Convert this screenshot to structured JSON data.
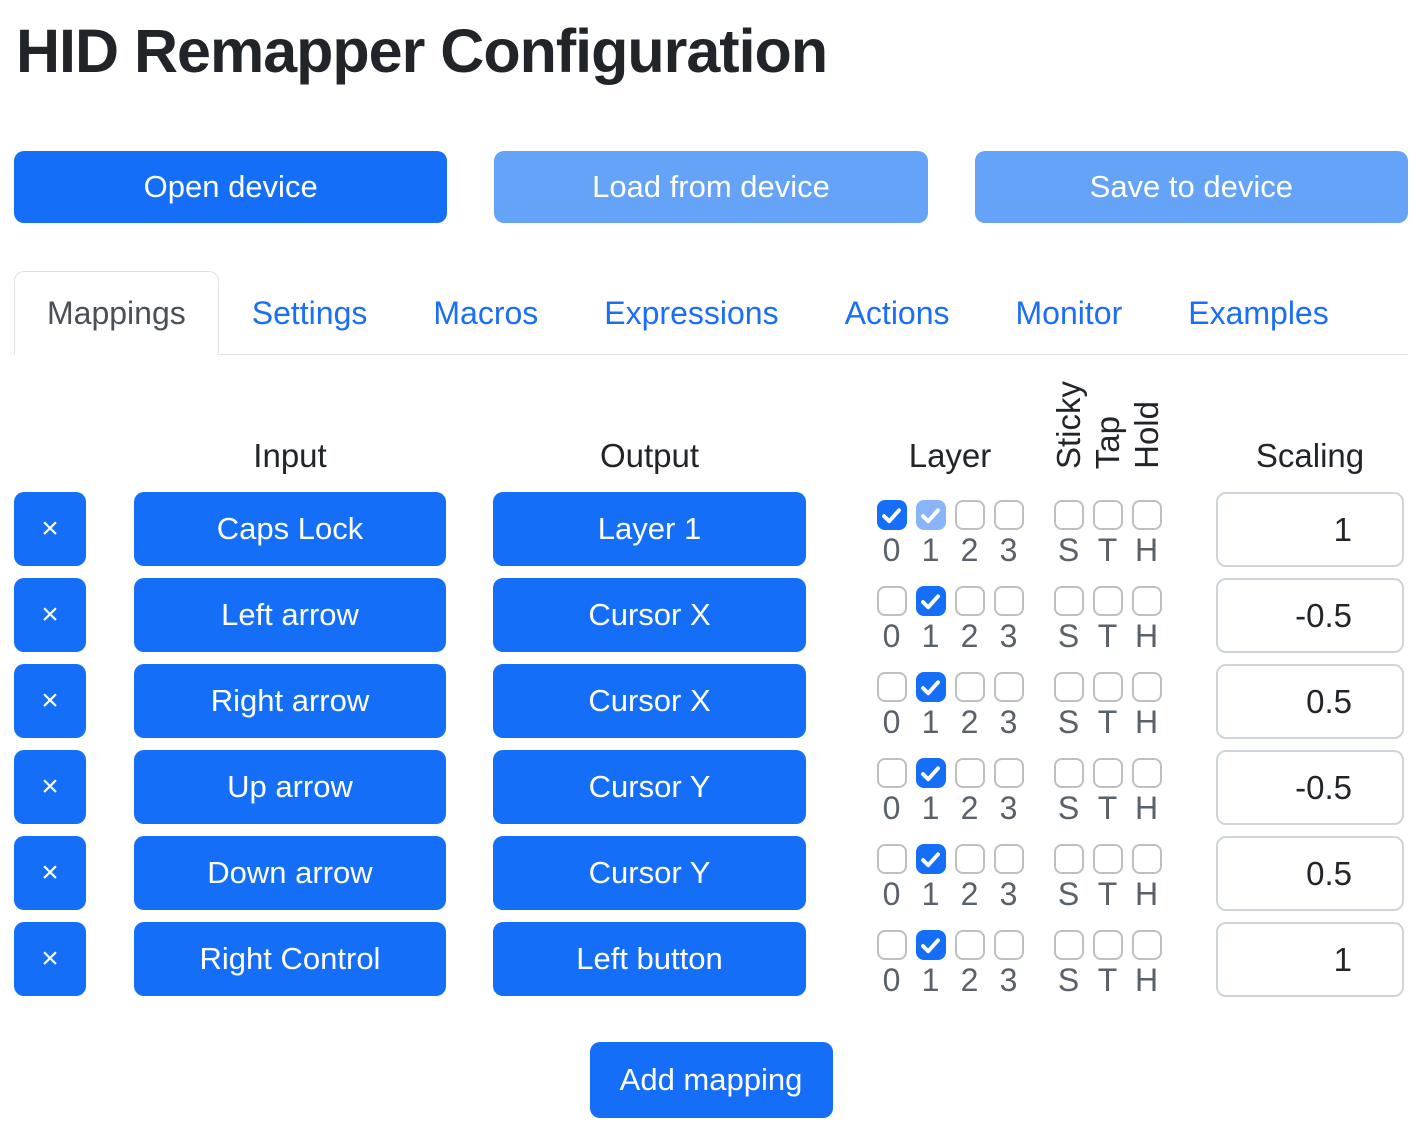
{
  "title": "HID Remapper Configuration",
  "toolbar": {
    "open_device": "Open device",
    "load_from_device": "Load from device",
    "save_to_device": "Save to device"
  },
  "tabs": [
    {
      "label": "Mappings",
      "active": true
    },
    {
      "label": "Settings",
      "active": false
    },
    {
      "label": "Macros",
      "active": false
    },
    {
      "label": "Expressions",
      "active": false
    },
    {
      "label": "Actions",
      "active": false
    },
    {
      "label": "Monitor",
      "active": false
    },
    {
      "label": "Examples",
      "active": false
    }
  ],
  "mappings": {
    "headers": {
      "input": "Input",
      "output": "Output",
      "layer": "Layer",
      "sticky": "Sticky",
      "tap": "Tap",
      "hold": "Hold",
      "scaling": "Scaling"
    },
    "layer_numbers": [
      "0",
      "1",
      "2",
      "3"
    ],
    "sth_letters": [
      "S",
      "T",
      "H"
    ],
    "delete_label": "×",
    "rows": [
      {
        "input": "Caps Lock",
        "output": "Layer 1",
        "layers": [
          "on",
          "on-disabled",
          "off",
          "off"
        ],
        "sth": [
          "off",
          "off",
          "off"
        ],
        "scaling": "1"
      },
      {
        "input": "Left arrow",
        "output": "Cursor X",
        "layers": [
          "off",
          "on",
          "off",
          "off"
        ],
        "sth": [
          "off",
          "off",
          "off"
        ],
        "scaling": "-0.5"
      },
      {
        "input": "Right arrow",
        "output": "Cursor X",
        "layers": [
          "off",
          "on",
          "off",
          "off"
        ],
        "sth": [
          "off",
          "off",
          "off"
        ],
        "scaling": "0.5"
      },
      {
        "input": "Up arrow",
        "output": "Cursor Y",
        "layers": [
          "off",
          "on",
          "off",
          "off"
        ],
        "sth": [
          "off",
          "off",
          "off"
        ],
        "scaling": "-0.5"
      },
      {
        "input": "Down arrow",
        "output": "Cursor Y",
        "layers": [
          "off",
          "on",
          "off",
          "off"
        ],
        "sth": [
          "off",
          "off",
          "off"
        ],
        "scaling": "0.5"
      },
      {
        "input": "Right Control",
        "output": "Left button",
        "layers": [
          "off",
          "on",
          "off",
          "off"
        ],
        "sth": [
          "off",
          "off",
          "off"
        ],
        "scaling": "1"
      }
    ],
    "add_button": "Add mapping"
  },
  "colors": {
    "primary_blue": "#146ef7",
    "disabled_button_blue": "#65a3f8",
    "checked_disabled_blue": "#8ab4f8",
    "tab_link_blue": "#1b6ef8",
    "active_tab_text": "#495057",
    "border_gray": "#ced4da",
    "checkbox_label_gray": "#59616b",
    "text_dark": "#212529"
  }
}
